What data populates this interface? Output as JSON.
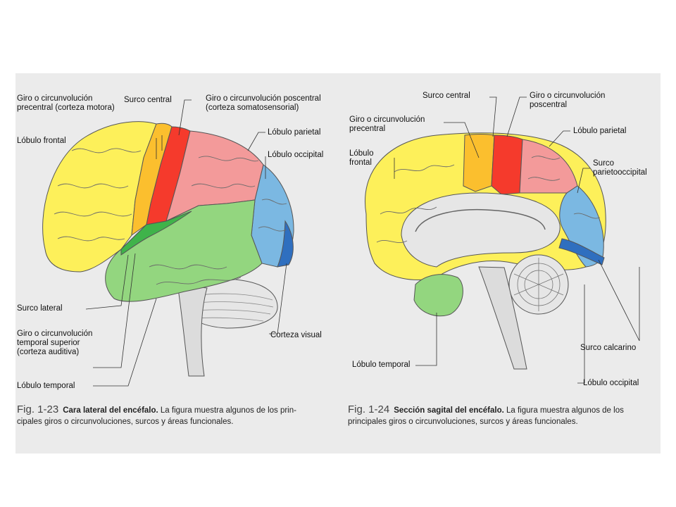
{
  "left_figure": {
    "labels": {
      "precentral": [
        "Giro o circunvolución",
        "precentral (corteza motora)"
      ],
      "central_sulcus": "Surco central",
      "postcentral": [
        "Giro o circunvolución poscentral",
        "(corteza somatosensorial)"
      ],
      "frontal_lobe": "Lóbulo frontal",
      "parietal_lobe": "Lóbulo parietal",
      "occipital_lobe": "Lóbulo occipital",
      "lateral_sulcus": "Surco lateral",
      "superior_temporal": [
        "Giro o circunvolución",
        "temporal superior",
        "(corteza auditiva)"
      ],
      "temporal_lobe": "Lóbulo temporal",
      "visual_cortex": "Corteza visual"
    },
    "caption": {
      "fig_number": "Fig. 1-23",
      "title": "Cara lateral del encéfalo.",
      "text_line1": " La figura muestra algunos de los prin-",
      "text_line2": "cipales giros o circunvoluciones, surcos y áreas funcionales."
    }
  },
  "right_figure": {
    "labels": {
      "central_sulcus": "Surco central",
      "postcentral": [
        "Giro o circunvolución",
        "poscentral"
      ],
      "precentral": [
        "Giro o circunvolución",
        "precentral"
      ],
      "parietal_lobe": "Lóbulo parietal",
      "frontal_lobe": [
        "Lóbulo",
        "frontal"
      ],
      "parieto_occipital_sulcus": [
        "Surco",
        "parietooccipital"
      ],
      "calcarine_sulcus": "Surco calcarino",
      "temporal_lobe": "Lóbulo temporal",
      "occipital_lobe": "Lóbulo occipital"
    },
    "caption": {
      "fig_number": "Fig. 1-24",
      "title": "Sección sagital del encéfalo.",
      "text_line1": " La figura muestra algunos de los",
      "text_line2": "principales giros o circunvoluciones, surcos y áreas funcionales."
    }
  },
  "colors": {
    "frontal": "#fdf05a",
    "precentral": "#fbbf2e",
    "postcentral": "#f53a2c",
    "parietal": "#f39a9a",
    "occipital": "#7bb8e2",
    "visual": "#2f6fbf",
    "temporal": "#93d67f",
    "auditory": "#3fb34a",
    "cerebellum": "#e6e6e6",
    "brainstem": "#dcdcdc"
  }
}
